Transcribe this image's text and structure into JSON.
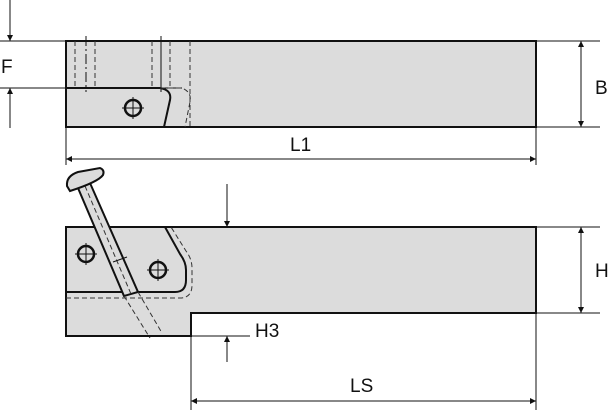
{
  "labels": {
    "f": "F",
    "b": "B",
    "l1": "L1",
    "h": "H",
    "h3": "H3",
    "ls": "LS"
  },
  "colors": {
    "body_fill": "#dcdcdc",
    "line": "#111111"
  }
}
